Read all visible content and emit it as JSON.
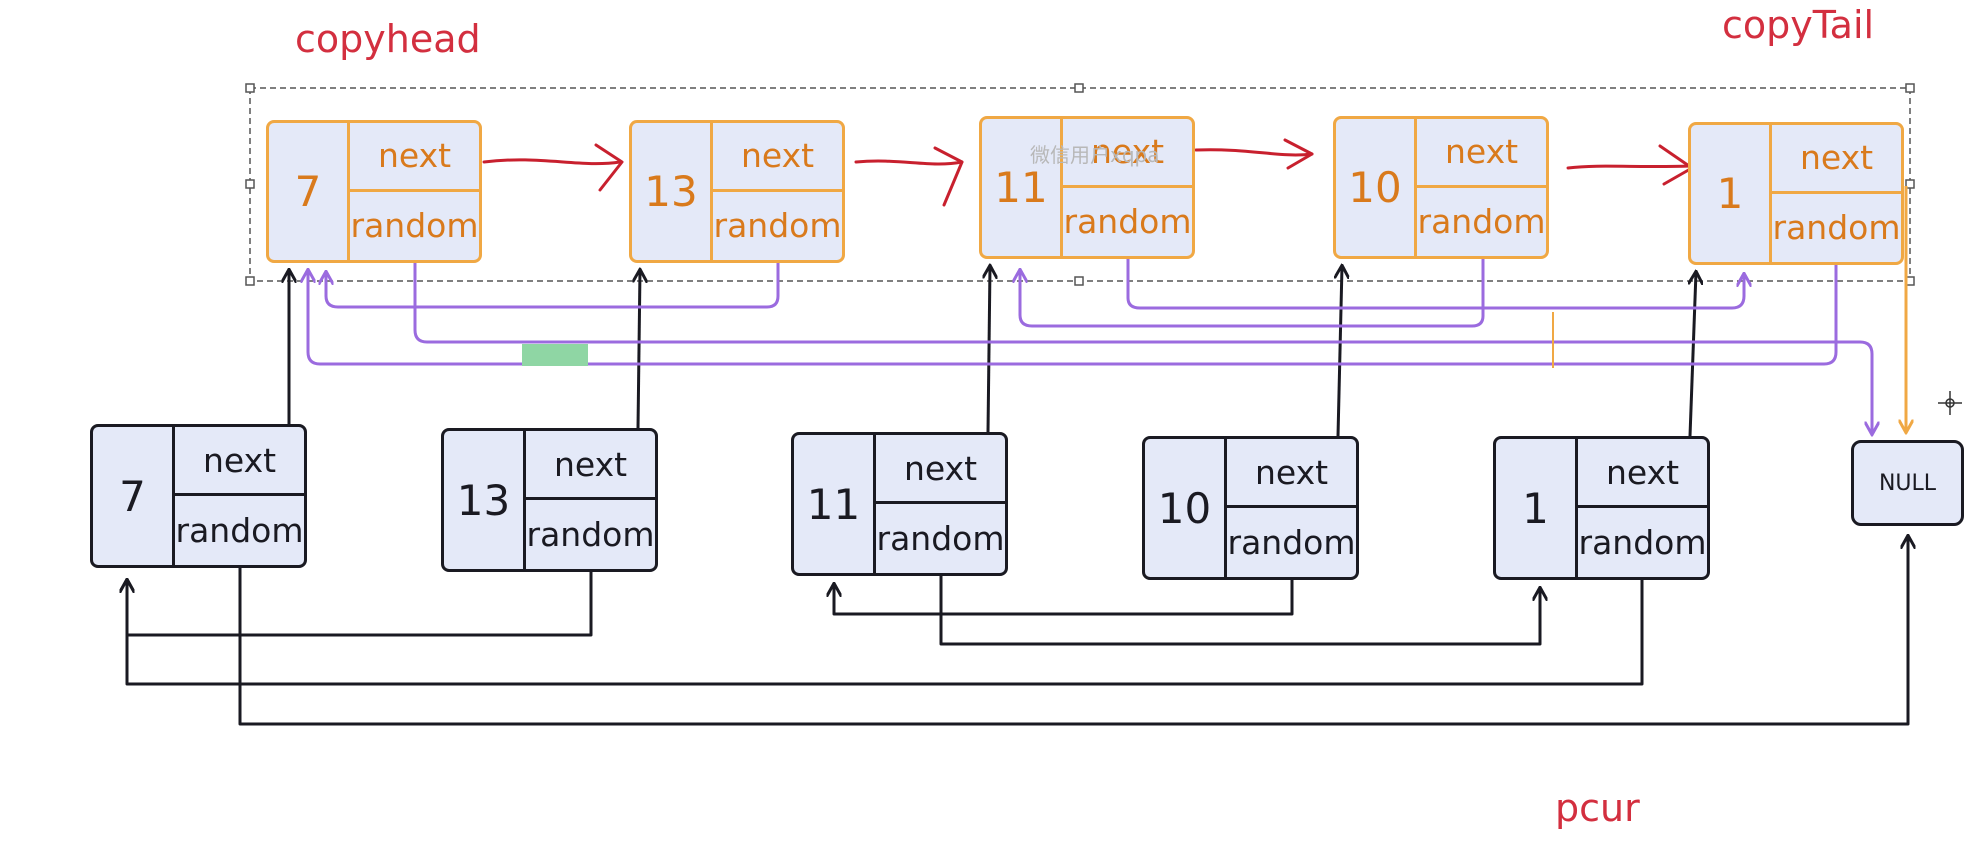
{
  "labels": {
    "copyhead": "copyhead",
    "copy_tail": "copyTail",
    "pcur": "pcur",
    "null": "NULL",
    "watermark": "微信用户xqpa"
  },
  "copy_nodes": [
    {
      "value": "7",
      "next": "next",
      "random": "random"
    },
    {
      "value": "13",
      "next": "next",
      "random": "random"
    },
    {
      "value": "11",
      "next": "next",
      "random": "random"
    },
    {
      "value": "10",
      "next": "next",
      "random": "random"
    },
    {
      "value": "1",
      "next": "next",
      "random": "random"
    }
  ],
  "original_nodes": [
    {
      "value": "7",
      "next": "next",
      "random": "random"
    },
    {
      "value": "13",
      "next": "next",
      "random": "random"
    },
    {
      "value": "11",
      "next": "next",
      "random": "random"
    },
    {
      "value": "10",
      "next": "next",
      "random": "random"
    },
    {
      "value": "1",
      "next": "next",
      "random": "random"
    }
  ],
  "colors": {
    "label_red": "#d32f3f",
    "copy_border": "#f0a844",
    "copy_text": "#d97a1c",
    "node_fill": "#e4e9f8",
    "original_border": "#1a1a22",
    "random_link_purple": "#9b6bdf",
    "next_arrow_red": "#c8202e",
    "selection_highlight": "#8fd6a4"
  }
}
